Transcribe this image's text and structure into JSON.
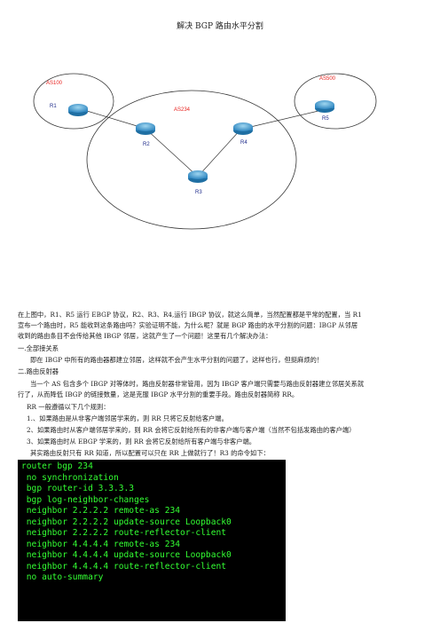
{
  "document": {
    "title": "解决 BGP 路由水平分割",
    "diagram": {
      "as_left": "AS100",
      "as_middle": "AS234",
      "as_right": "AS500",
      "routers": [
        "R1",
        "R2",
        "R3",
        "R4",
        "R5"
      ]
    },
    "paragraphs": [
      "在上图中，R1、R5 运行 EBGP 协议，R2、R3、R4,运行 IBGP 协议，就这么简单，当然配置都是平常的配置，当 R1",
      "宣布一个路由时，R5 能收到这条路由吗？实验证明不能，为什么呢？就是 BGP 路由的水平分割的问题：IBGP 从邻居",
      "收到的路由条目不会传给其他 IBGP 邻居，这就产生了一个问题！这里有几个解决办法：",
      "一.全部接关系",
      "即在 IBGP 中所有的路由器都建立邻居，这样就不会产生水平分割的问题了，这样也行，但挺麻烦的！",
      "二.路由反射器",
      "当一个 AS 包含多个 IBGP 对等体时，路由反射器非常管用，因为 IBGP 客户端只需要与路由反射器建立邻居关系就",
      "行了，从而降低 IBGP 的链接数量，这是克服 IBGP 水平分割的重要手段。路由反射器简称 RR。",
      "RR 一般遵循以下几个规则：",
      "1.、如果路由是从非客户端邻居学来的，则 RR 只将它反射给客户端。",
      "2、如果路由时从客户端邻居学来的，则 RR 会将它反射给所有的非客户端与客户端（当然不包括发路由的客户端）",
      "3、如果路由时从 EBGP 学来的，则 RR 会将它反射给所有客户端与非客户端。",
      "其实路由反射只有 RR 知道，所以配置可以只在 RR 上做就行了！R3 的命令如下："
    ],
    "code_lines": [
      "router bgp 234",
      " no synchronization",
      " bgp router-id 3.3.3.3",
      " bgp log-neighbor-changes",
      " neighbor 2.2.2.2 remote-as 234",
      " neighbor 2.2.2.2 update-source Loopback0",
      " neighbor 2.2.2.2 route-reflector-client",
      " neighbor 4.4.4.4 remote-as 234",
      " neighbor 4.4.4.4 update-source Loopback0",
      " neighbor 4.4.4.4 route-reflector-client",
      " no auto-summary"
    ],
    "colors": {
      "as_label": "#e8231f",
      "router_label": "#1d2a8a",
      "router_body": "#3fa0d0",
      "code_text": "#33ff33",
      "code_bg": "#000000"
    }
  }
}
